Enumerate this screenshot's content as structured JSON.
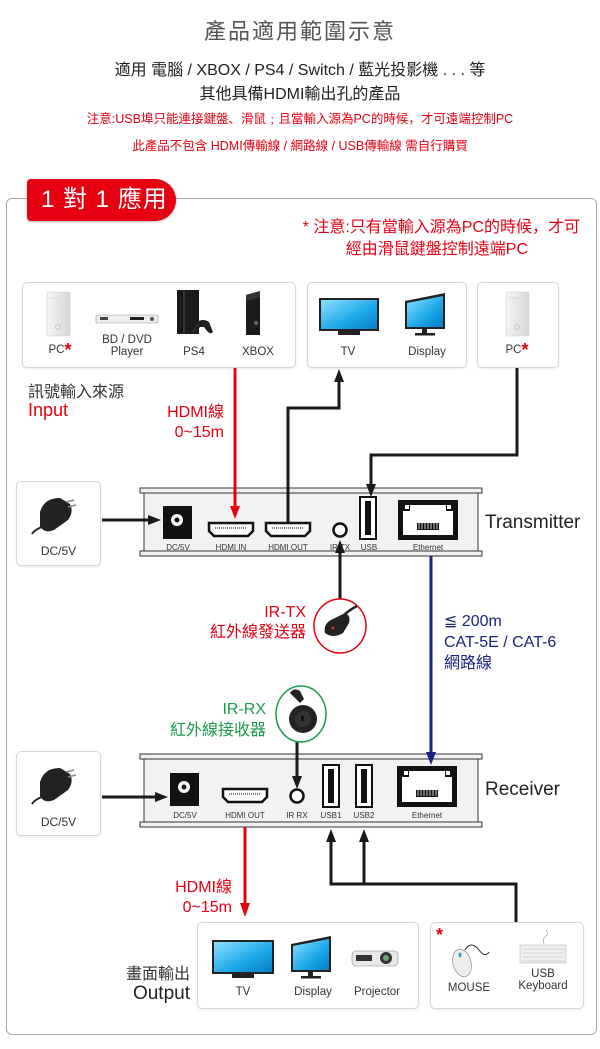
{
  "header": {
    "title": "產品適用範圍示意",
    "line1": "適用 電腦 / XBOX / PS4 / Switch / 藍光投影機 . . . 等",
    "line2": "其他具備HDMI輸出孔的產品",
    "note1": "注意:USB埠只能連接鍵盤、滑鼠﹔且當輸入源為PC的時候，才可遠端控制PC",
    "note2": "此產品不包含 HDMI傳輸線 / 網路線 / USB傳輸線  需自行購買"
  },
  "section": {
    "badge": "1 對 1 應用",
    "pc_note_line1": "* 注意:只有當輸入源為PC的時候，才可",
    "pc_note_line2": "經由滑鼠鍵盤控制遠端PC"
  },
  "input_devices": [
    {
      "label": "PC",
      "starred": true,
      "icon": "pc-tower-icon"
    },
    {
      "label": "BD / DVD\nPlayer",
      "label_line1": "BD / DVD",
      "label_line2": "Player",
      "icon": "dvd-player-icon"
    },
    {
      "label": "PS4",
      "icon": "ps4-console-icon"
    },
    {
      "label": "XBOX",
      "icon": "xbox-console-icon"
    }
  ],
  "loop_outputs": [
    {
      "label": "TV",
      "icon": "tv-icon"
    },
    {
      "label": "Display",
      "icon": "monitor-icon"
    }
  ],
  "control_pc": {
    "label": "PC",
    "starred": true,
    "icon": "pc-tower-icon"
  },
  "input_caption": {
    "zh": "訊號輸入來源",
    "en": "Input"
  },
  "hdmi_cable_top": {
    "line1": "HDMI線",
    "line2": "0~15m"
  },
  "power_adapter_top": {
    "label": "DC/5V",
    "icon": "power-adapter-icon"
  },
  "transmitter": {
    "title": "Transmitter",
    "ports": [
      "DC/5V",
      "HDMI IN",
      "HDMI OUT",
      "IR TX",
      "USB",
      "Ethernet"
    ]
  },
  "ir_tx": {
    "line1": "IR-TX",
    "line2": "紅外線發送器",
    "icon": "ir-emitter-icon"
  },
  "network_cable": {
    "line1": "≦ 200m",
    "line2": "CAT-5E / CAT-6",
    "line3": "網路線"
  },
  "ir_rx": {
    "line1": "IR-RX",
    "line2": "紅外線接收器",
    "icon": "ir-receiver-icon"
  },
  "power_adapter_bottom": {
    "label": "DC/5V",
    "icon": "power-adapter-icon"
  },
  "receiver": {
    "title": "Receiver",
    "ports": [
      "DC/5V",
      "HDMI OUT",
      "IR RX",
      "USB1",
      "USB2",
      "Ethernet"
    ]
  },
  "hdmi_cable_bottom": {
    "line1": "HDMI線",
    "line2": "0~15m"
  },
  "output_caption": {
    "zh": "畫面輸出",
    "en": "Output"
  },
  "output_devices": [
    {
      "label": "TV",
      "icon": "tv-icon"
    },
    {
      "label": "Display",
      "icon": "monitor-icon"
    },
    {
      "label": "Projector",
      "icon": "projector-icon"
    }
  ],
  "usb_devices": [
    {
      "label": "MOUSE",
      "icon": "mouse-icon"
    },
    {
      "label_line1": "USB",
      "label_line2": "Keyboard",
      "icon": "keyboard-icon"
    }
  ],
  "usb_star": "*",
  "colors": {
    "accent_red": "#e60012",
    "network_blue": "#1a237e",
    "ir_rx_green": "#1a9b4b",
    "cable_black": "#1a1a1a"
  }
}
